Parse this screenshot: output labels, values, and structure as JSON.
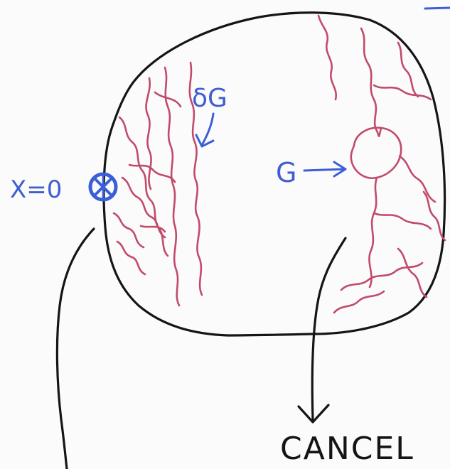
{
  "labels": {
    "delta_g": "δG",
    "g": "G",
    "x_equals_zero": "X=0",
    "cancel": "CANCEL"
  },
  "colors": {
    "outline_ink": "#151515",
    "boundary_ink": "#c24a6a",
    "annotation_ink": "#3f5ed0",
    "paper": "#fbfbfb"
  },
  "icons": {
    "origin_marker": "circled-cross-icon"
  }
}
